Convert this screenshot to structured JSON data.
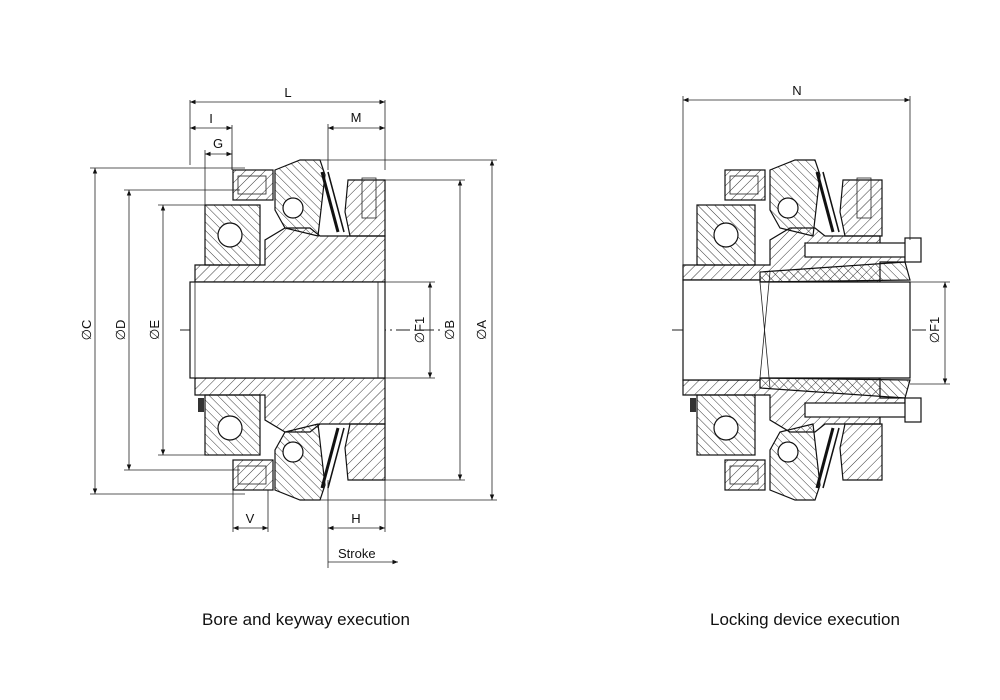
{
  "captions": {
    "left": "Bore and keyway execution",
    "right": "Locking device execution"
  },
  "labels": {
    "L": "L",
    "I": "I",
    "G": "G",
    "M": "M",
    "C": "∅C",
    "D": "∅D",
    "E": "∅E",
    "F1": "∅F1",
    "B": "∅B",
    "A": "∅A",
    "V": "V",
    "H": "H",
    "stroke": "Stroke",
    "N": "N",
    "F1_right": "∅F1"
  }
}
